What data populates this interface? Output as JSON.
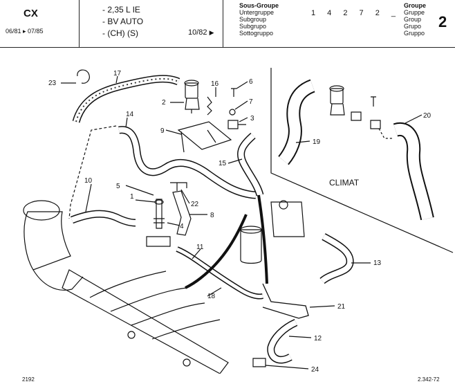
{
  "header": {
    "model": "CX",
    "dates": "06/81 ▸ 07/85",
    "spec_lines": [
      "- 2,35 L IE",
      "- BV AUTO",
      "- (CH) (S)"
    ],
    "ref": "10/82",
    "ref_arrow": "▶",
    "lang_labels": [
      "Sous-Groupe",
      "Untergruppe",
      "Subgroup",
      "Subgrupo",
      "Sottogruppo"
    ],
    "code": "1 4 2  7 2 _",
    "group_labels": [
      "Groupe",
      "Gruppe",
      "Group",
      "Grupo",
      "Gruppo"
    ],
    "group_number": "2"
  },
  "diagram": {
    "inset_label": "CLIMAT",
    "callouts": [
      "1",
      "2",
      "3",
      "4",
      "5",
      "6",
      "7",
      "8",
      "9",
      "10",
      "11",
      "12",
      "13",
      "14",
      "15",
      "16",
      "17",
      "18",
      "19",
      "20",
      "21",
      "22",
      "23",
      "24"
    ]
  },
  "footer": {
    "left": "2192",
    "right": "2.342-72"
  }
}
